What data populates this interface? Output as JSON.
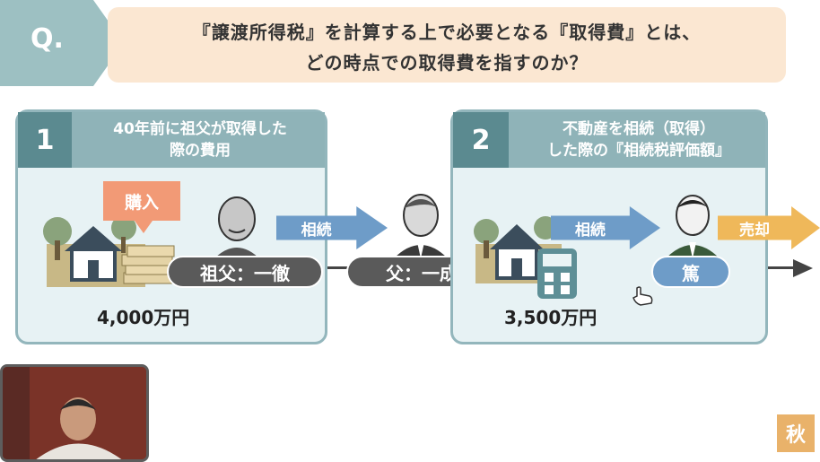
{
  "question": {
    "label": "Q.",
    "line1": "『譲渡所得税』を計算する上で必要となる『取得費』とは、",
    "line2": "どの時点での取得費を指すのか？"
  },
  "panel1": {
    "number": "1",
    "title_line1": "40年前に祖父が取得した",
    "title_line2": "際の費用",
    "purchase_label": "購入",
    "amount": "4,000万円"
  },
  "panel2": {
    "number": "2",
    "title_line1": "不動産を相続（取得）",
    "title_line2": "した際の『相続税評価額』",
    "amount": "3,500万円"
  },
  "arrows": {
    "inherit1": "相続",
    "inherit2": "相続",
    "sell": "売却"
  },
  "people": {
    "grandfather": "祖父：一徹",
    "father": "父：一成",
    "son": "篤"
  },
  "badge": "秋",
  "colors": {
    "panel_border": "#93b6bc",
    "panel_bg": "#e7f2f4",
    "number_box": "#5b8a90",
    "arrow_blue": "#6e9cc8",
    "arrow_gold": "#efb85a",
    "question_bg": "#fbe7d2",
    "purchase_tag": "#f29a76"
  }
}
